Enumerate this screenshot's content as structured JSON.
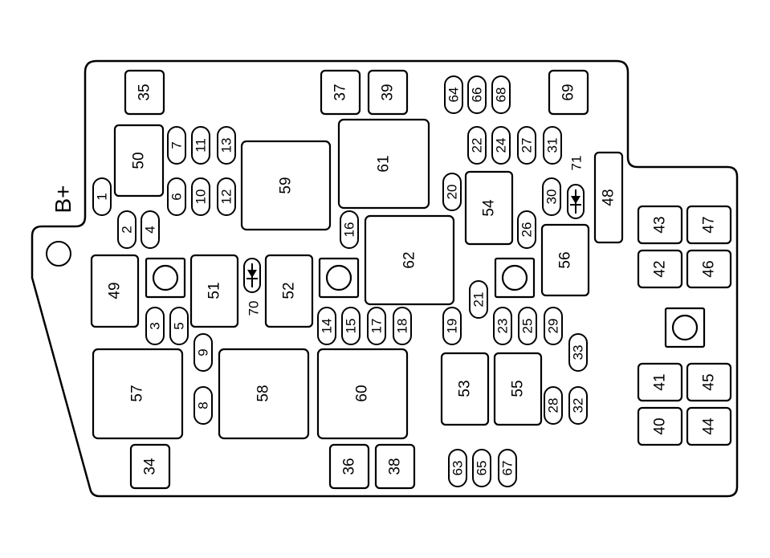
{
  "diagram": {
    "terminal_label": "B+",
    "relays": [
      {
        "id": "35",
        "label": "35"
      },
      {
        "id": "37",
        "label": "37"
      },
      {
        "id": "39",
        "label": "39"
      },
      {
        "id": "69",
        "label": "69"
      },
      {
        "id": "50",
        "label": "50"
      },
      {
        "id": "59",
        "label": "59"
      },
      {
        "id": "61",
        "label": "61"
      },
      {
        "id": "54",
        "label": "54"
      },
      {
        "id": "48",
        "label": "48"
      },
      {
        "id": "43",
        "label": "43"
      },
      {
        "id": "47",
        "label": "47"
      },
      {
        "id": "42",
        "label": "42"
      },
      {
        "id": "46",
        "label": "46"
      },
      {
        "id": "62",
        "label": "62"
      },
      {
        "id": "56",
        "label": "56"
      },
      {
        "id": "49",
        "label": "49"
      },
      {
        "id": "51",
        "label": "51"
      },
      {
        "id": "52",
        "label": "52"
      },
      {
        "id": "57",
        "label": "57"
      },
      {
        "id": "58",
        "label": "58"
      },
      {
        "id": "60",
        "label": "60"
      },
      {
        "id": "53",
        "label": "53"
      },
      {
        "id": "55",
        "label": "55"
      },
      {
        "id": "41",
        "label": "41"
      },
      {
        "id": "45",
        "label": "45"
      },
      {
        "id": "40",
        "label": "40"
      },
      {
        "id": "44",
        "label": "44"
      },
      {
        "id": "34",
        "label": "34"
      },
      {
        "id": "36",
        "label": "36"
      },
      {
        "id": "38",
        "label": "38"
      }
    ],
    "fuses": [
      {
        "id": "64",
        "label": "64"
      },
      {
        "id": "66",
        "label": "66"
      },
      {
        "id": "68",
        "label": "68"
      },
      {
        "id": "7",
        "label": "7"
      },
      {
        "id": "11",
        "label": "11"
      },
      {
        "id": "13",
        "label": "13"
      },
      {
        "id": "22",
        "label": "22"
      },
      {
        "id": "24",
        "label": "24"
      },
      {
        "id": "27",
        "label": "27"
      },
      {
        "id": "31",
        "label": "31"
      },
      {
        "id": "1",
        "label": "1"
      },
      {
        "id": "6",
        "label": "6"
      },
      {
        "id": "10",
        "label": "10"
      },
      {
        "id": "12",
        "label": "12"
      },
      {
        "id": "20",
        "label": "20"
      },
      {
        "id": "30",
        "label": "30"
      },
      {
        "id": "2",
        "label": "2"
      },
      {
        "id": "4",
        "label": "4"
      },
      {
        "id": "16",
        "label": "16"
      },
      {
        "id": "26",
        "label": "26"
      },
      {
        "id": "21",
        "label": "21"
      },
      {
        "id": "3",
        "label": "3"
      },
      {
        "id": "5",
        "label": "5"
      },
      {
        "id": "14",
        "label": "14"
      },
      {
        "id": "15",
        "label": "15"
      },
      {
        "id": "17",
        "label": "17"
      },
      {
        "id": "18",
        "label": "18"
      },
      {
        "id": "19",
        "label": "19"
      },
      {
        "id": "23",
        "label": "23"
      },
      {
        "id": "25",
        "label": "25"
      },
      {
        "id": "29",
        "label": "29"
      },
      {
        "id": "9",
        "label": "9"
      },
      {
        "id": "33",
        "label": "33"
      },
      {
        "id": "8",
        "label": "8"
      },
      {
        "id": "28",
        "label": "28"
      },
      {
        "id": "32",
        "label": "32"
      },
      {
        "id": "63",
        "label": "63"
      },
      {
        "id": "65",
        "label": "65"
      },
      {
        "id": "67",
        "label": "67"
      }
    ],
    "diodes": [
      {
        "id": "70",
        "label": "70"
      },
      {
        "id": "71",
        "label": "71"
      }
    ]
  }
}
